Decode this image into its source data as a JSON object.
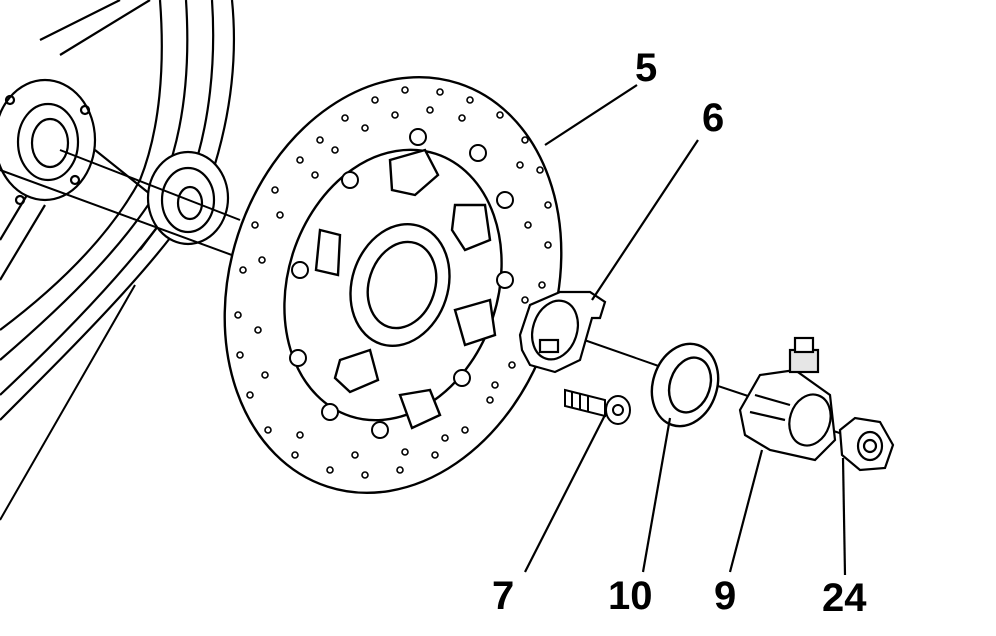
{
  "diagram": {
    "colors": {
      "ink": "#000000",
      "paper": "#ffffff",
      "shade": "#e6e6e6"
    },
    "callouts": [
      {
        "id": "brake-disc",
        "label": "5"
      },
      {
        "id": "sensor-ring",
        "label": "6"
      },
      {
        "id": "disc-bolt",
        "label": "7"
      },
      {
        "id": "spacer",
        "label": "10"
      },
      {
        "id": "speed-sensor",
        "label": "9"
      },
      {
        "id": "axle-nut",
        "label": "24"
      }
    ]
  }
}
